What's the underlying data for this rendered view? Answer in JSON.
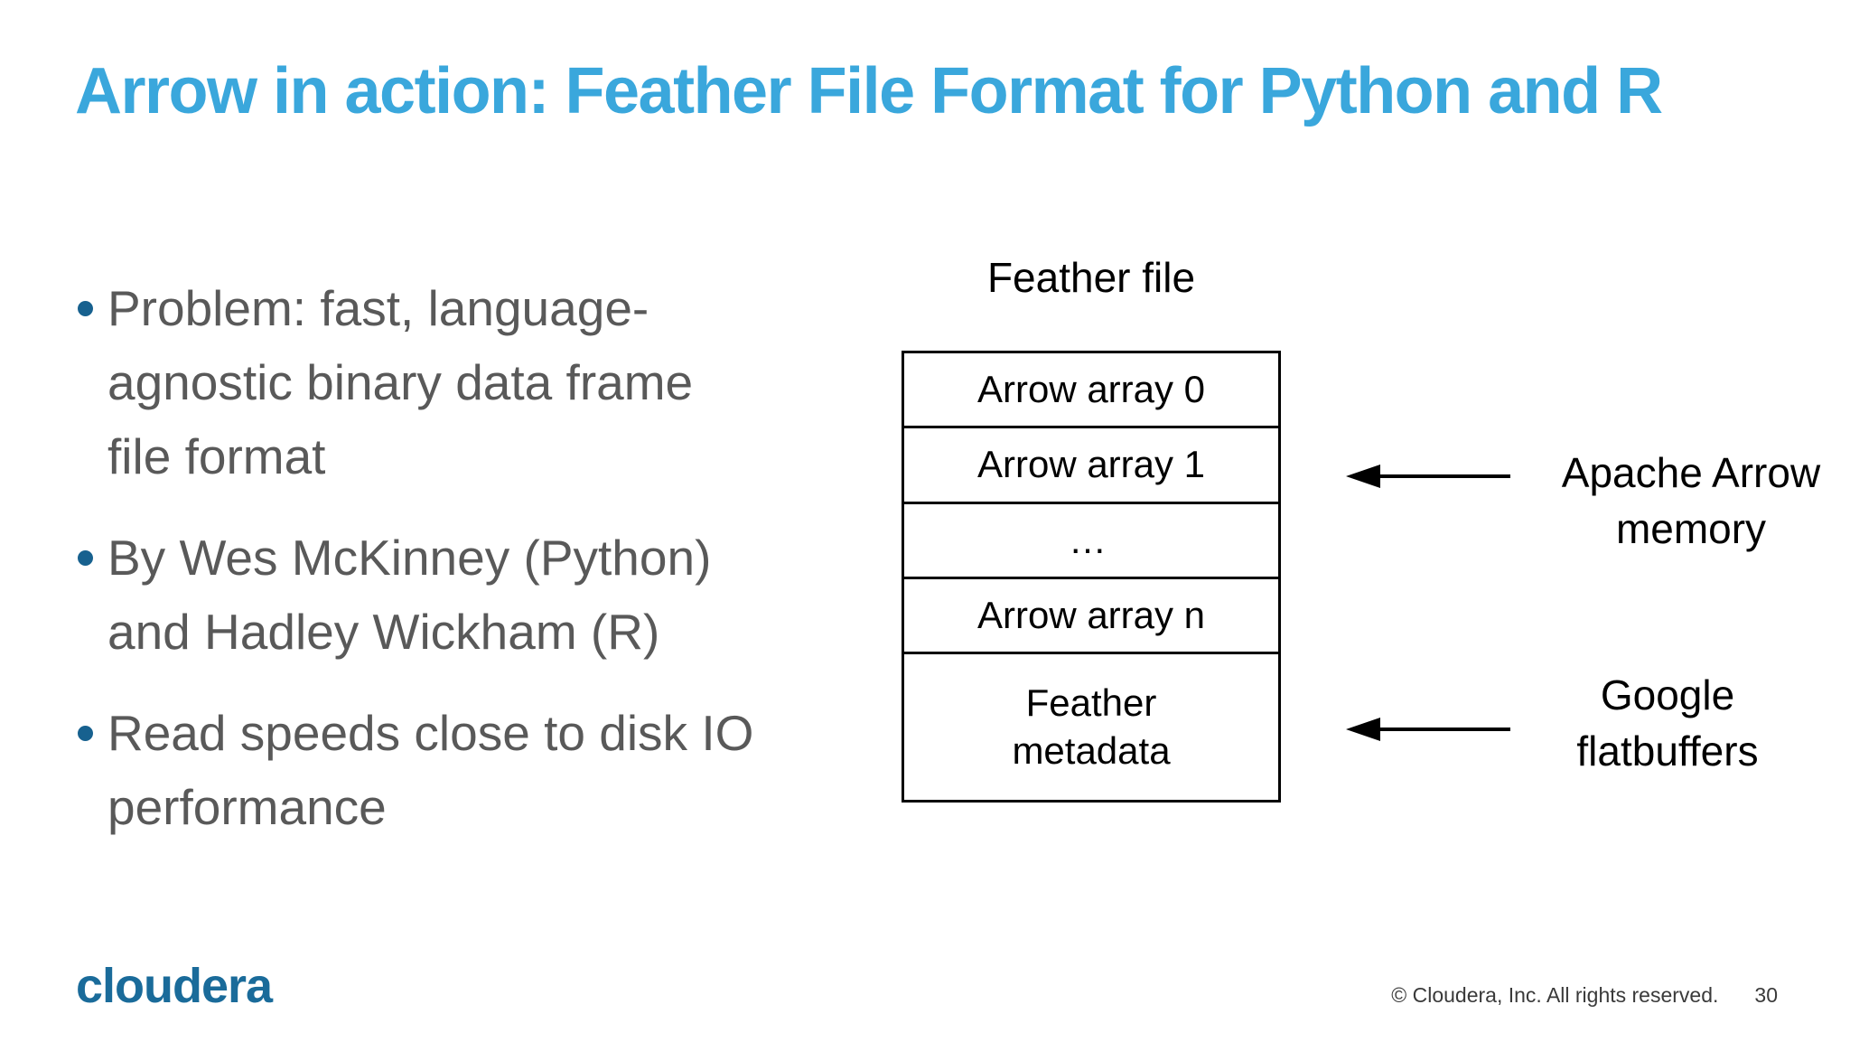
{
  "slide": {
    "title": "Arrow in action: Feather File Format for Python and R",
    "bullets": [
      {
        "text": "Problem: fast, language-\nagnostic binary data frame\nfile format"
      },
      {
        "text": "By Wes McKinney (Python)\nand Hadley Wickham (R)"
      },
      {
        "text": "Read speeds close to disk IO\nperformance"
      }
    ],
    "diagram": {
      "file_label": "Feather file",
      "box_rows": [
        {
          "label": "Arrow array 0"
        },
        {
          "label": "Arrow array 1"
        },
        {
          "label": "…"
        },
        {
          "label": "Arrow array n"
        },
        {
          "label": "Feather\nmetadata"
        }
      ],
      "annotations": [
        {
          "label": "Apache Arrow\nmemory"
        },
        {
          "label": "Google\nflatbuffers"
        }
      ]
    },
    "footer": {
      "logo": "cloudera",
      "copyright": "© Cloudera, Inc. All rights reserved.",
      "page_number": "30"
    },
    "colors": {
      "title_blue": "#3aa7dc",
      "body_gray": "#595959",
      "bullet_dot_blue": "#17618f",
      "logo_blue": "#1a6b9a",
      "diagram_black": "#000000"
    }
  }
}
